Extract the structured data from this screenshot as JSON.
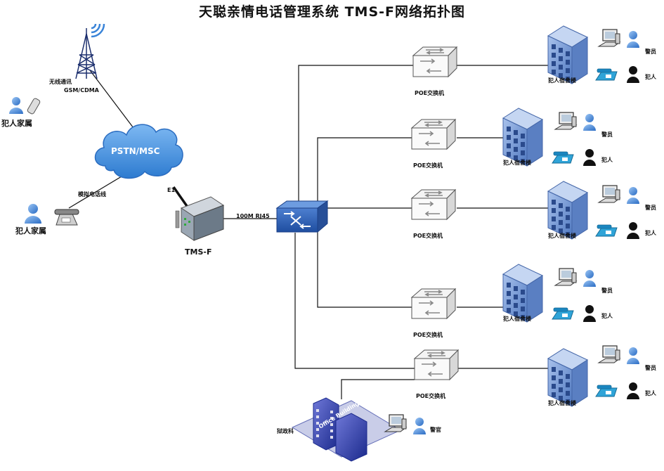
{
  "title": "天聪亲情电话管理系统 TMS-F网络拓扑图",
  "tower": {
    "label_wireless": "无线通讯",
    "label_gsm": "GSM/CDMA"
  },
  "family_top": {
    "label": "犯人家属"
  },
  "family_bottom": {
    "label": "犯人家属"
  },
  "cloud": {
    "label": "PSTN/MSC"
  },
  "link_analog": {
    "label": "模拟电话线"
  },
  "link_e1": {
    "label": "E1"
  },
  "tms": {
    "label": "TMS-F"
  },
  "link_rj45": {
    "label": "100M RJ45"
  },
  "office": {
    "label_dept": "狱政科",
    "building_text": "Office Building",
    "officer_label": "警官"
  },
  "branches": [
    {
      "switch_label": "POE交换机",
      "building_label": "犯人宿舍楼",
      "guard_label": "警员",
      "inmate_label": "犯人"
    },
    {
      "switch_label": "POE交换机",
      "building_label": "犯人宿舍楼",
      "guard_label": "警员",
      "inmate_label": "犯人"
    },
    {
      "switch_label": "POE交换机",
      "building_label": "犯人宿舍楼",
      "guard_label": "警员",
      "inmate_label": "犯人"
    },
    {
      "switch_label": "POE交换机",
      "building_label": "犯人宿舍楼",
      "guard_label": "警员",
      "inmate_label": "犯人"
    },
    {
      "switch_label": "POE交换机",
      "building_label": "犯人宿舍楼",
      "guard_label": "警员",
      "inmate_label": "犯人"
    }
  ],
  "colors": {
    "line": "#111111",
    "cloud": "#3d8fdc",
    "building": "#6e93cf",
    "user": "#4a8ad8",
    "inmate": "#111111"
  }
}
